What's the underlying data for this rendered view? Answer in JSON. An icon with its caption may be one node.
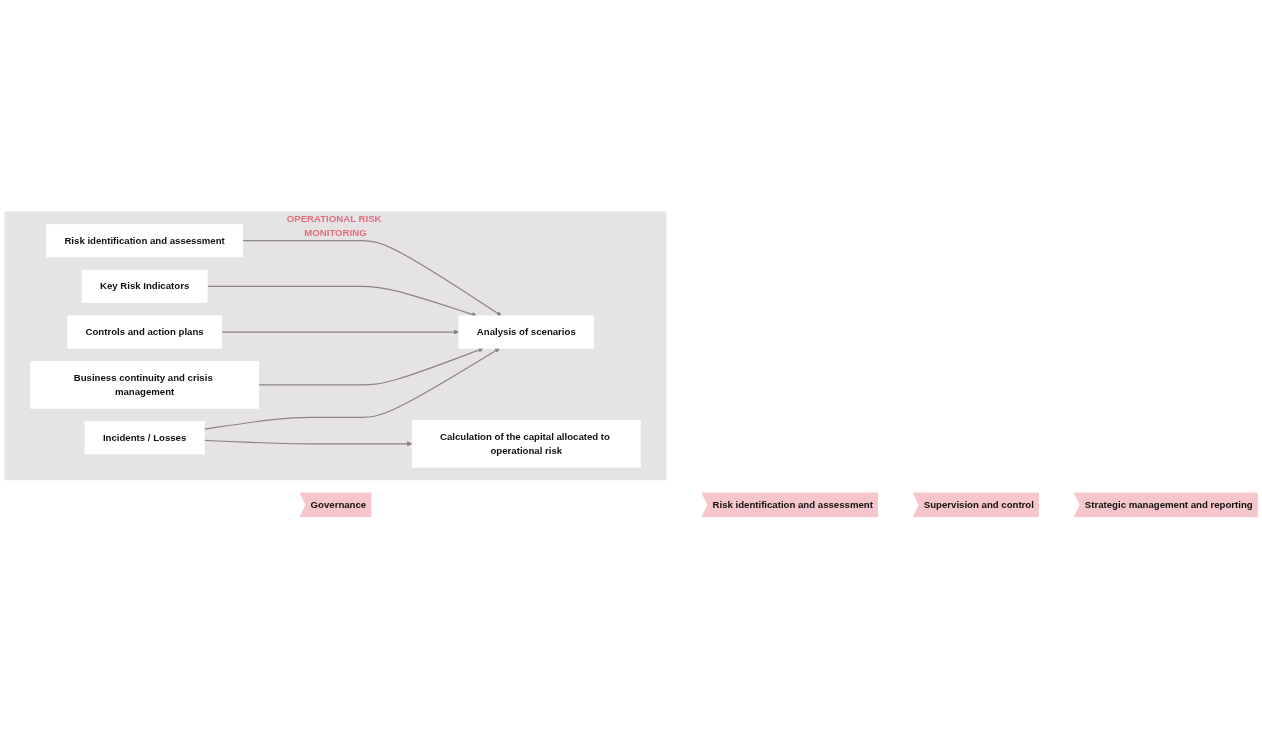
{
  "diagram": {
    "nodes": [
      {
        "text": [
          "OPERATIONAL RISK MONITORING"
        ]
      },
      {
        "text": [
          "Risk identification and assessment"
        ],
        "in": 0
      },
      {
        "text": [
          "Key Risk Indicators"
        ],
        "in": 0
      },
      {
        "text": [
          "Controls and action plans"
        ],
        "in": 0
      },
      {
        "text": [
          "Business continuity and crisis management"
        ],
        "in": 0
      },
      {
        "text": [
          "Incidents / Losses"
        ],
        "in": 0
      },
      {
        "text": [
          "Analysis of scenarios"
        ],
        "in": 0
      },
      {
        "text": [
          "Calculation of the capital allocated to operational risk"
        ],
        "in": 0
      },
      {
        "text": [
          "Governance"
        ]
      },
      {
        "text": [
          "Risk identification and assessment"
        ]
      },
      {
        "text": [
          "Supervision and control"
        ]
      },
      {
        "text": [
          "Strategic management and reporting"
        ]
      }
    ],
    "edges": [
      {
        "from": 1,
        "to": 6,
        "arrow": "to"
      },
      {
        "from": 2,
        "to": 6,
        "arrow": "to"
      },
      {
        "from": 3,
        "to": 6,
        "arrow": "to"
      },
      {
        "from": 4,
        "to": 6,
        "arrow": "to"
      },
      {
        "from": 5,
        "to": 6,
        "arrow": "to"
      },
      {
        "from": 5,
        "to": 7,
        "arrow": "to"
      }
    ]
  }
}
